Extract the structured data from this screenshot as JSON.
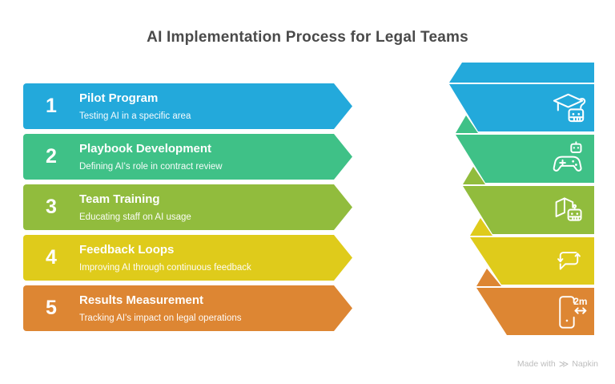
{
  "title": "AI Implementation Process for Legal Teams",
  "colors": {
    "title_text": "#4A4A4A",
    "step_text": "#FFFFFF",
    "icon_color": "#FFFFFF",
    "watermark_text": "#BDBDBD"
  },
  "steps": [
    {
      "number": "1",
      "title": "Pilot Program",
      "subtitle": "Testing AI in a specific area",
      "color": "#23A9DB",
      "icon": "graduation-cap-robot-icon"
    },
    {
      "number": "2",
      "title": "Playbook Development",
      "subtitle": "Defining AI's role in contract review",
      "color": "#3FC187",
      "icon": "game-controller-robot-icon"
    },
    {
      "number": "3",
      "title": "Team Training",
      "subtitle": "Educating staff on AI usage",
      "color": "#91BC3D",
      "icon": "map-robot-icon"
    },
    {
      "number": "4",
      "title": "Feedback Loops",
      "subtitle": "Improving AI through continuous feedback",
      "color": "#DFCB1B",
      "icon": "chat-refresh-icon"
    },
    {
      "number": "5",
      "title": "Results Measurement",
      "subtitle": "Tracking AI's impact on legal operations",
      "color": "#DD8633",
      "icon": "phone-2m-icon",
      "icon_text": "2m"
    }
  ],
  "watermark": {
    "prefix": "Made with",
    "logo_glyph": "≫",
    "brand": "Napkin"
  }
}
